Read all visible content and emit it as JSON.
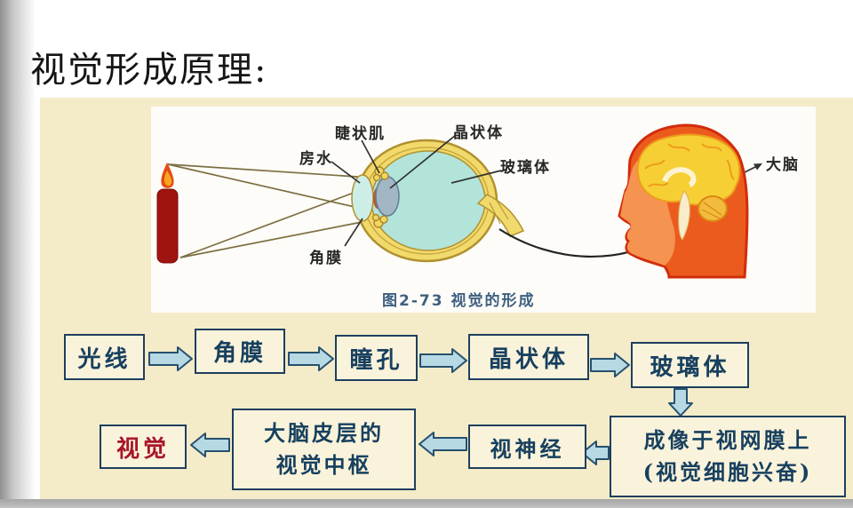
{
  "slide_title": "视觉形成原理:",
  "figure": {
    "caption": "图2-73  视觉的形成",
    "labels": {
      "ciliary_muscle": "睫状肌",
      "aqueous_humor": "房水",
      "cornea": "角膜",
      "lens": "晶状体",
      "vitreous_body": "玻璃体",
      "brain": "大脑"
    }
  },
  "flowchart": {
    "light": "光线",
    "cornea": "角膜",
    "pupil": "瞳孔",
    "lens": "晶状体",
    "vitreous": "玻璃体",
    "retina_line1": "成像于视网膜上",
    "retina_line2": "(视觉细胞兴奋)",
    "optic_nerve": "视神经",
    "cortex_line1": "大脑皮层的",
    "cortex_line2": "视觉中枢",
    "vision": "视觉"
  },
  "colors": {
    "panel_bg": "#f4ebc9",
    "box_border": "#1e3f5e",
    "box_text": "#17405f",
    "vision_text": "#a8152c",
    "arrow_fill": "#b7d9e4",
    "caption_text": "#3e6080",
    "eye_sclera": "#f2d96b",
    "eye_interior": "#b2e4da",
    "head_orange": "#ec5b1e",
    "brain_yellow": "#f6cf35"
  }
}
